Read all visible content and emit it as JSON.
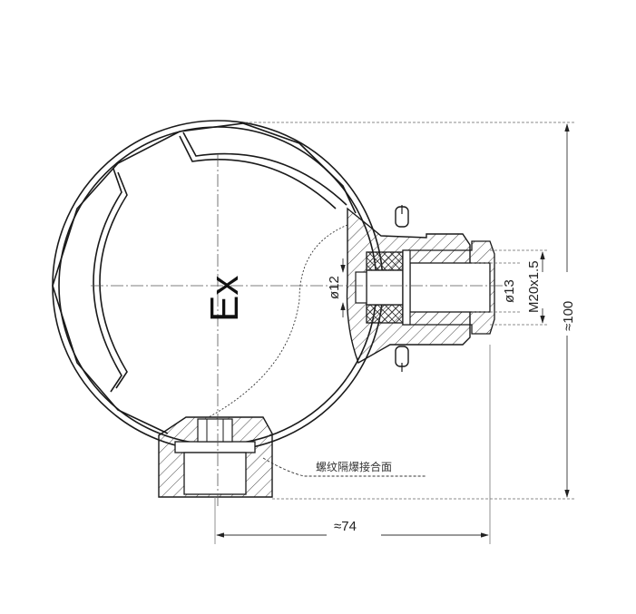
{
  "drawing": {
    "title_mark": "Ex",
    "dimensions": {
      "bore_diameter": "ø12",
      "outlet_diameter": "ø13",
      "thread": "M20x1.5",
      "height": "≈100",
      "width": "≈74"
    },
    "annotation": "螺纹隔爆接合面",
    "colors": {
      "line": "#1a1a1a",
      "background": "#ffffff"
    }
  }
}
